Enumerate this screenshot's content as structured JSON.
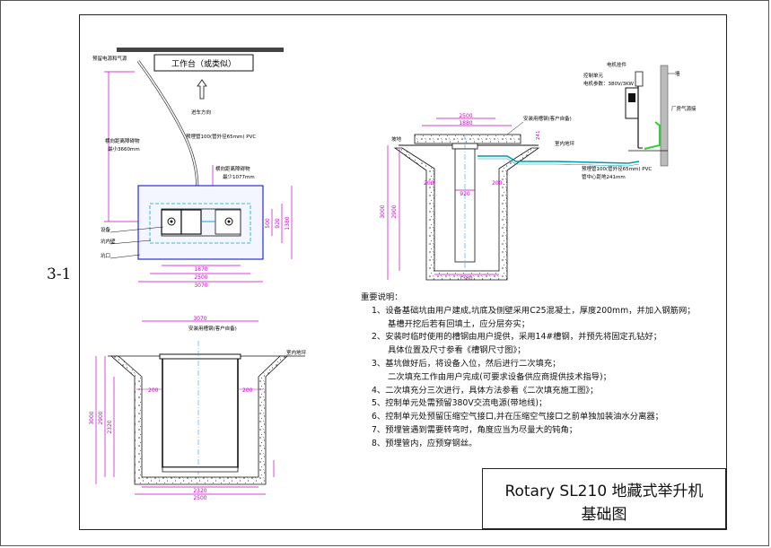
{
  "page_label": "3-1",
  "plan": {
    "workbench": "工作台（或类似）",
    "cable_label": "预留电源和气源",
    "drive_direction": "进车方向",
    "pipe_note": "预埋管100(管外径65mm) PVC",
    "dist_left_1": "横向距离障碍物",
    "dist_left_2": "最小3660mm",
    "dist_mid_1": "横向距离障碍物",
    "dist_mid_2": "最少1077mm",
    "label_equipment": "设备",
    "label_pit_wall": "坑内壁",
    "label_pit_mouth": "坑口",
    "dim_1870": "1870",
    "dim_2500": "2500",
    "dim_3070": "3070",
    "dim_500": "500",
    "dim_920": "920",
    "dim_1380": "1380"
  },
  "section_a": {
    "dim_2500": "2500",
    "dim_1880": "1880",
    "channel_label": "安装用槽钢(客户自备)",
    "ground_label": "室内地坪",
    "slope_label": "坡地",
    "dim_241": "241",
    "dim_200": "200",
    "dim_920": "920",
    "dim_1380": "1380",
    "dim_3000": "3000",
    "dim_2900": "2900",
    "pipe_note_1": "预埋管100(管外径65mm) PVC",
    "pipe_note_2": "管中心距地241mm",
    "control_unit_1": "控制单元",
    "control_unit_2": "电机参数：380V/3KW",
    "motor_label": "电机挂件",
    "wall_label": "墙",
    "air_label": "厂房气源接"
  },
  "section_b": {
    "dim_3070": "3070",
    "channel_label": "安装用槽钢(客户自备)",
    "ground_label": "室内地坪",
    "dim_200": "200",
    "dim_2900": "2900",
    "dim_3000": "3000",
    "dim_2320": "2320",
    "dim_2500": "2500"
  },
  "notes": {
    "heading": "重要说明：",
    "items": [
      "1、设备基础坑由用户建成,坑底及侧壁采用C25混凝土，厚度200mm，并加入钢筋网；",
      "基槽开挖后若有回填土，应分层夯实；",
      "2、安装时临时使用的槽钢由用户提供，采用14#槽钢，并预先将固定孔钻好；",
      "具体位置及尺寸参看《槽钢尺寸图》；",
      "3、基坑做好后，将设备入位，然后进行二次填充；",
      "二次填充工作由用户完成(可要求设备供应商提供技术指导)；",
      "4、二次填充分三次进行，具体方法参看《二次填充施工图》；",
      "5、控制单元处需预留380V交流电源(带地线)；",
      "6、控制单元处预留压缩空气接口,并在压缩空气接口之前单独加装油水分离器；",
      "7、预埋管遇到需要转弯时，角度应当为尽量大的钝角；",
      "8、预埋管内，应预穿钢丝。"
    ]
  },
  "title_block": {
    "line1": "Rotary SL210 地藏式举升机",
    "line2": "基础图"
  },
  "colors": {
    "dimension": "#cc00cc",
    "pipe": "#0099aa",
    "centerline": "#3399ff",
    "ground_wire": "#33cc33",
    "hatch": "#444444"
  }
}
